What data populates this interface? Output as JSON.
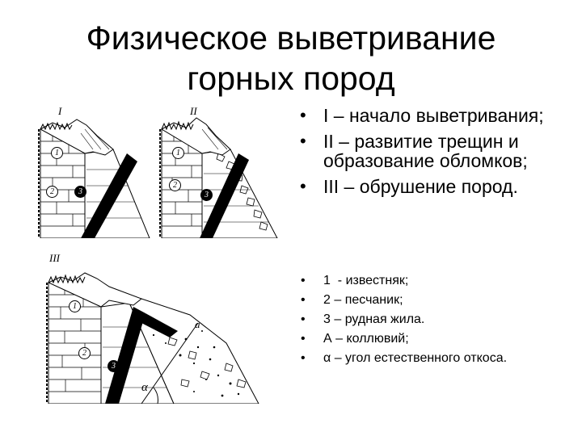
{
  "title": {
    "line1": "Физическое выветривание",
    "line2": "горных пород"
  },
  "figures": {
    "fig1": {
      "label": "I",
      "markers": [
        "1",
        "2",
        "3"
      ]
    },
    "fig2": {
      "label": "II",
      "markers": [
        "1",
        "2",
        "3"
      ]
    },
    "fig3": {
      "label": "III",
      "markers": [
        "1",
        "2",
        "3"
      ],
      "label_a": "a",
      "label_alpha": "α"
    }
  },
  "stages": [
    "I – начало выветривания;",
    "II – развитие трещин и образование обломков;",
    "III – обрушение пород."
  ],
  "legend": [
    "1  - известняк;",
    "2 – песчаник;",
    "3 – рудная жила.",
    "А – коллювий;",
    "α – угол естественного откоса."
  ],
  "colors": {
    "ink": "#000000",
    "background": "#ffffff"
  }
}
